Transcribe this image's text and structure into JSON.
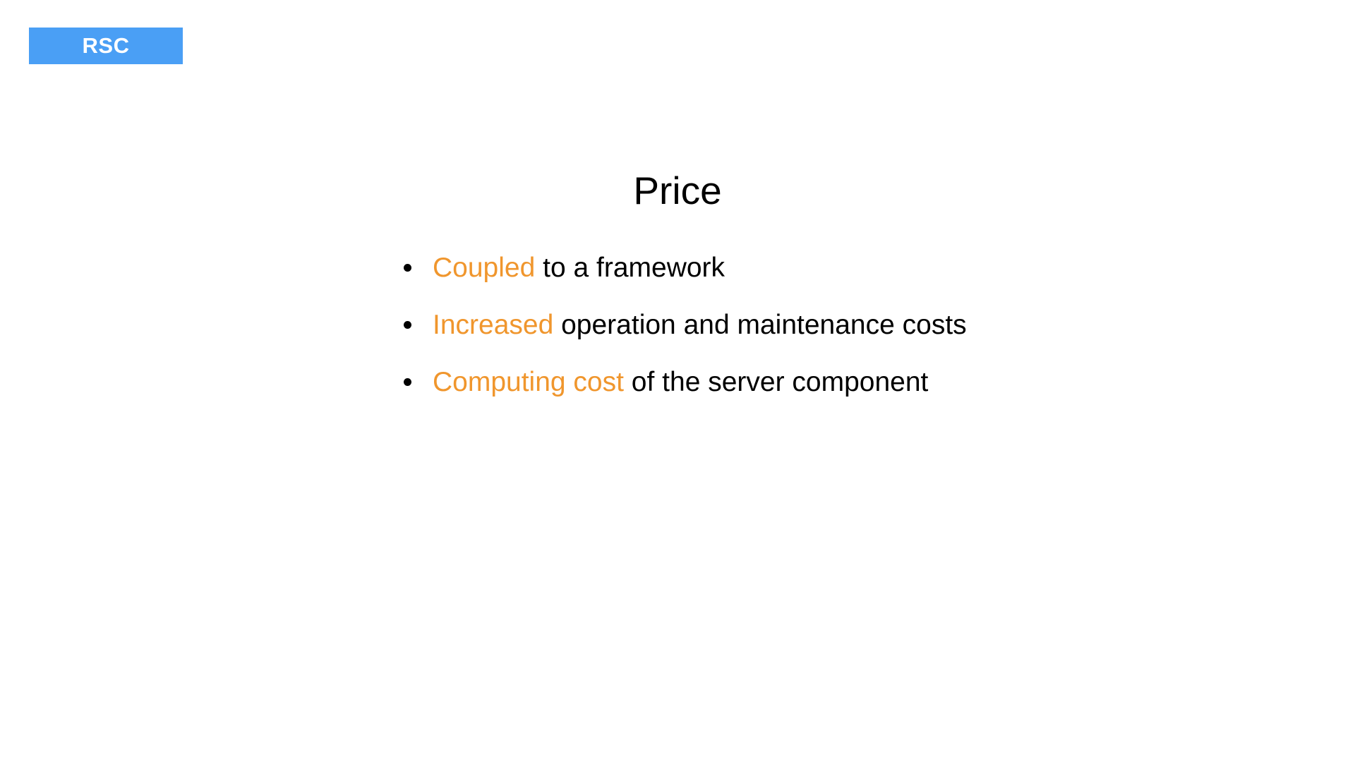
{
  "section_tag": {
    "label": "RSC",
    "background": "#4a9ff5"
  },
  "slide": {
    "title": "Price",
    "accent_color": "#f0962d",
    "bullets": [
      {
        "highlight": "Coupled",
        "rest": " to a framework"
      },
      {
        "highlight": "Increased",
        "rest": " operation and maintenance costs"
      },
      {
        "highlight": "Computing cost",
        "rest": " of the server component"
      }
    ]
  }
}
